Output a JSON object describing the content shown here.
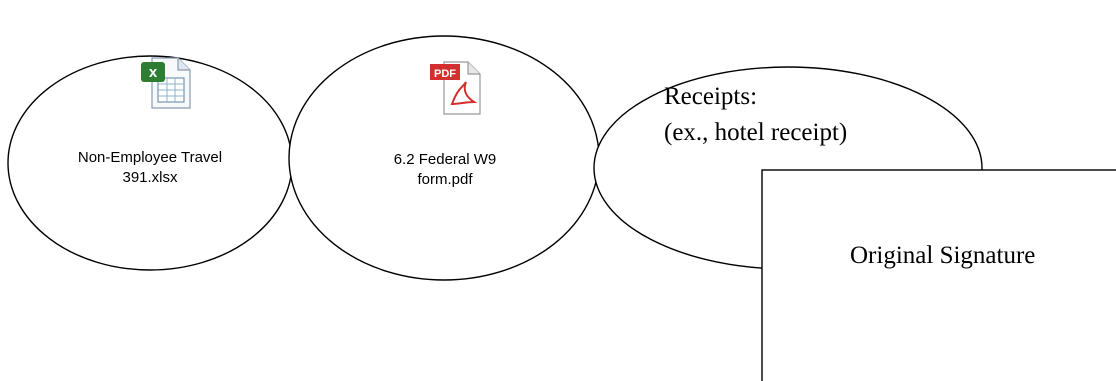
{
  "shapes": {
    "excel_attachment": {
      "icon": "excel-file-icon",
      "label": "Non-Employee Travel\n391.xlsx"
    },
    "pdf_attachment": {
      "icon": "pdf-file-icon",
      "icon_text": "PDF",
      "label": "6.2 Federal W9\nform.pdf"
    },
    "receipts": {
      "title": "Receipts:",
      "subtitle": "(ex., hotel receipt)"
    },
    "signature": {
      "text": "Original Signature"
    }
  },
  "colors": {
    "outline": "#000000",
    "excel_green": "#2e7d32",
    "pdf_red": "#d32f2f"
  }
}
